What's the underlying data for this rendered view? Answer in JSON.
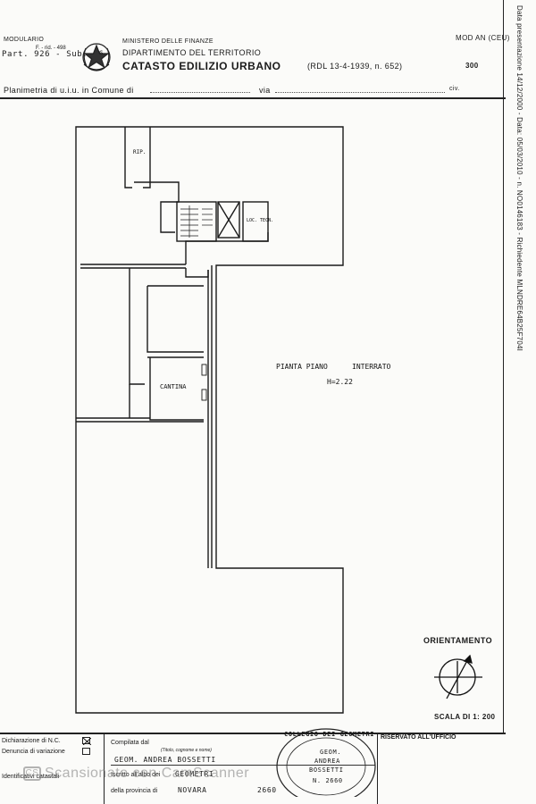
{
  "header": {
    "modulario_label": "MODULARIO",
    "modulario_code": "F. - rid. - 498",
    "part_sub": "Part. 926 - Sub. 36",
    "ministry": "MINISTERO DELLE FINANZE",
    "department": "DIPARTIMENTO DEL TERRITORIO",
    "catasto": "CATASTO EDILIZIO URBANO",
    "law_ref": "(RDL 13-4-1939, n. 652)",
    "mod_code": "MOD AN (CEU)",
    "mod_number": "300",
    "planimetria_label": "Planimetria di u.i.u. in Comune di",
    "via_label": "via",
    "civ_label": "civ.",
    "side_text": "Data presentazione 14/12/2000 - Data: 05/03/2010 - n. NO0146183 - Richiedente MLNDRE64B25F704I"
  },
  "plan": {
    "label_rip": "RIP.",
    "label_locale": "LOC. TECN.",
    "label_title": "PIANTA PIANO",
    "label_title2": "INTERRATO",
    "label_height": "H=2.22",
    "label_cantina": "CANTINA"
  },
  "orientation": {
    "title": "ORIENTAMENTO",
    "scale": "SCALA DI 1: 200"
  },
  "footer": {
    "dichiarazione": "Dichiarazione di N.C.",
    "denuncia": "Denuncia di variazione",
    "identificativi": "Identificativi catastali",
    "compilata": "Compilata dal",
    "titolo_hint": "(Titolo, cognome e nome)",
    "compiler_name": "GEOM. ANDREA BOSSETTI",
    "iscritto": "Iscritto all'albo dei",
    "albo_value": "GEOMETRI",
    "provincia": "della provincia di",
    "provincia_value": "NOVARA",
    "number": "2660",
    "riservato": "RISERVATO ALL'UFFICIO",
    "stamp_top": "COLLEGIO DEI GEOMETRI",
    "stamp_mid1": "GEOM.",
    "stamp_mid2": "ANDREA",
    "stamp_mid3": "BOSSETTI",
    "stamp_num": "N. 2660",
    "watermark": "Scansionato con CamScanner"
  }
}
